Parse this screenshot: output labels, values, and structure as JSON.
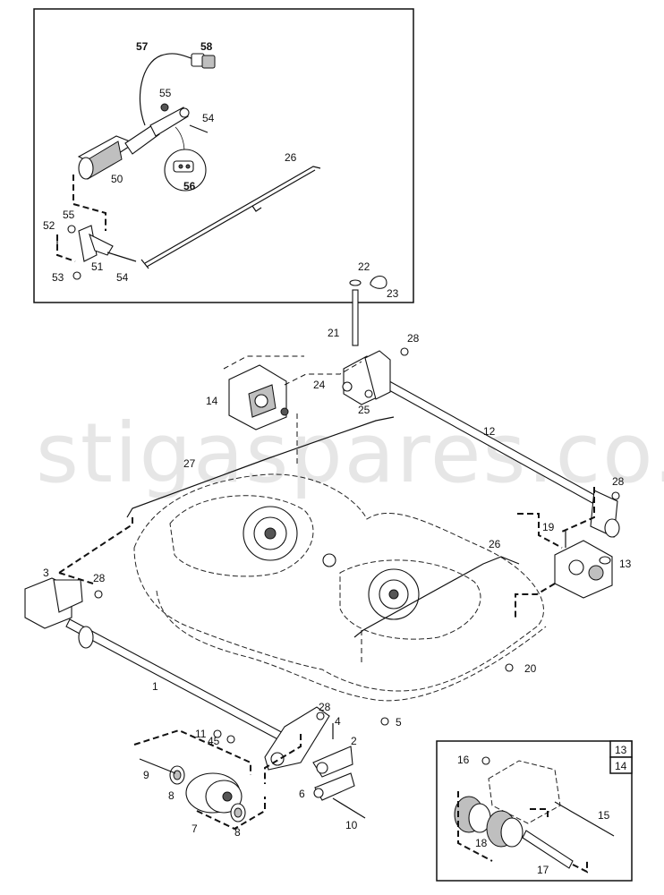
{
  "watermark": "stigaspares.co.uk",
  "inset_top": {
    "labels": [
      "57",
      "58",
      "55",
      "54",
      "50",
      "56",
      "26",
      "52",
      "55",
      "51",
      "53",
      "54"
    ]
  },
  "inset_bottom": {
    "tabs": [
      "13",
      "14"
    ],
    "labels": [
      "16",
      "15",
      "18",
      "17"
    ]
  },
  "main": {
    "labels": [
      "22",
      "23",
      "21",
      "28",
      "24",
      "25",
      "14",
      "12",
      "27",
      "28",
      "19",
      "13",
      "26",
      "3",
      "28",
      "20",
      "1",
      "5",
      "28",
      "4",
      "11",
      "45",
      "2",
      "9",
      "8",
      "6",
      "7",
      "8",
      "10"
    ]
  }
}
